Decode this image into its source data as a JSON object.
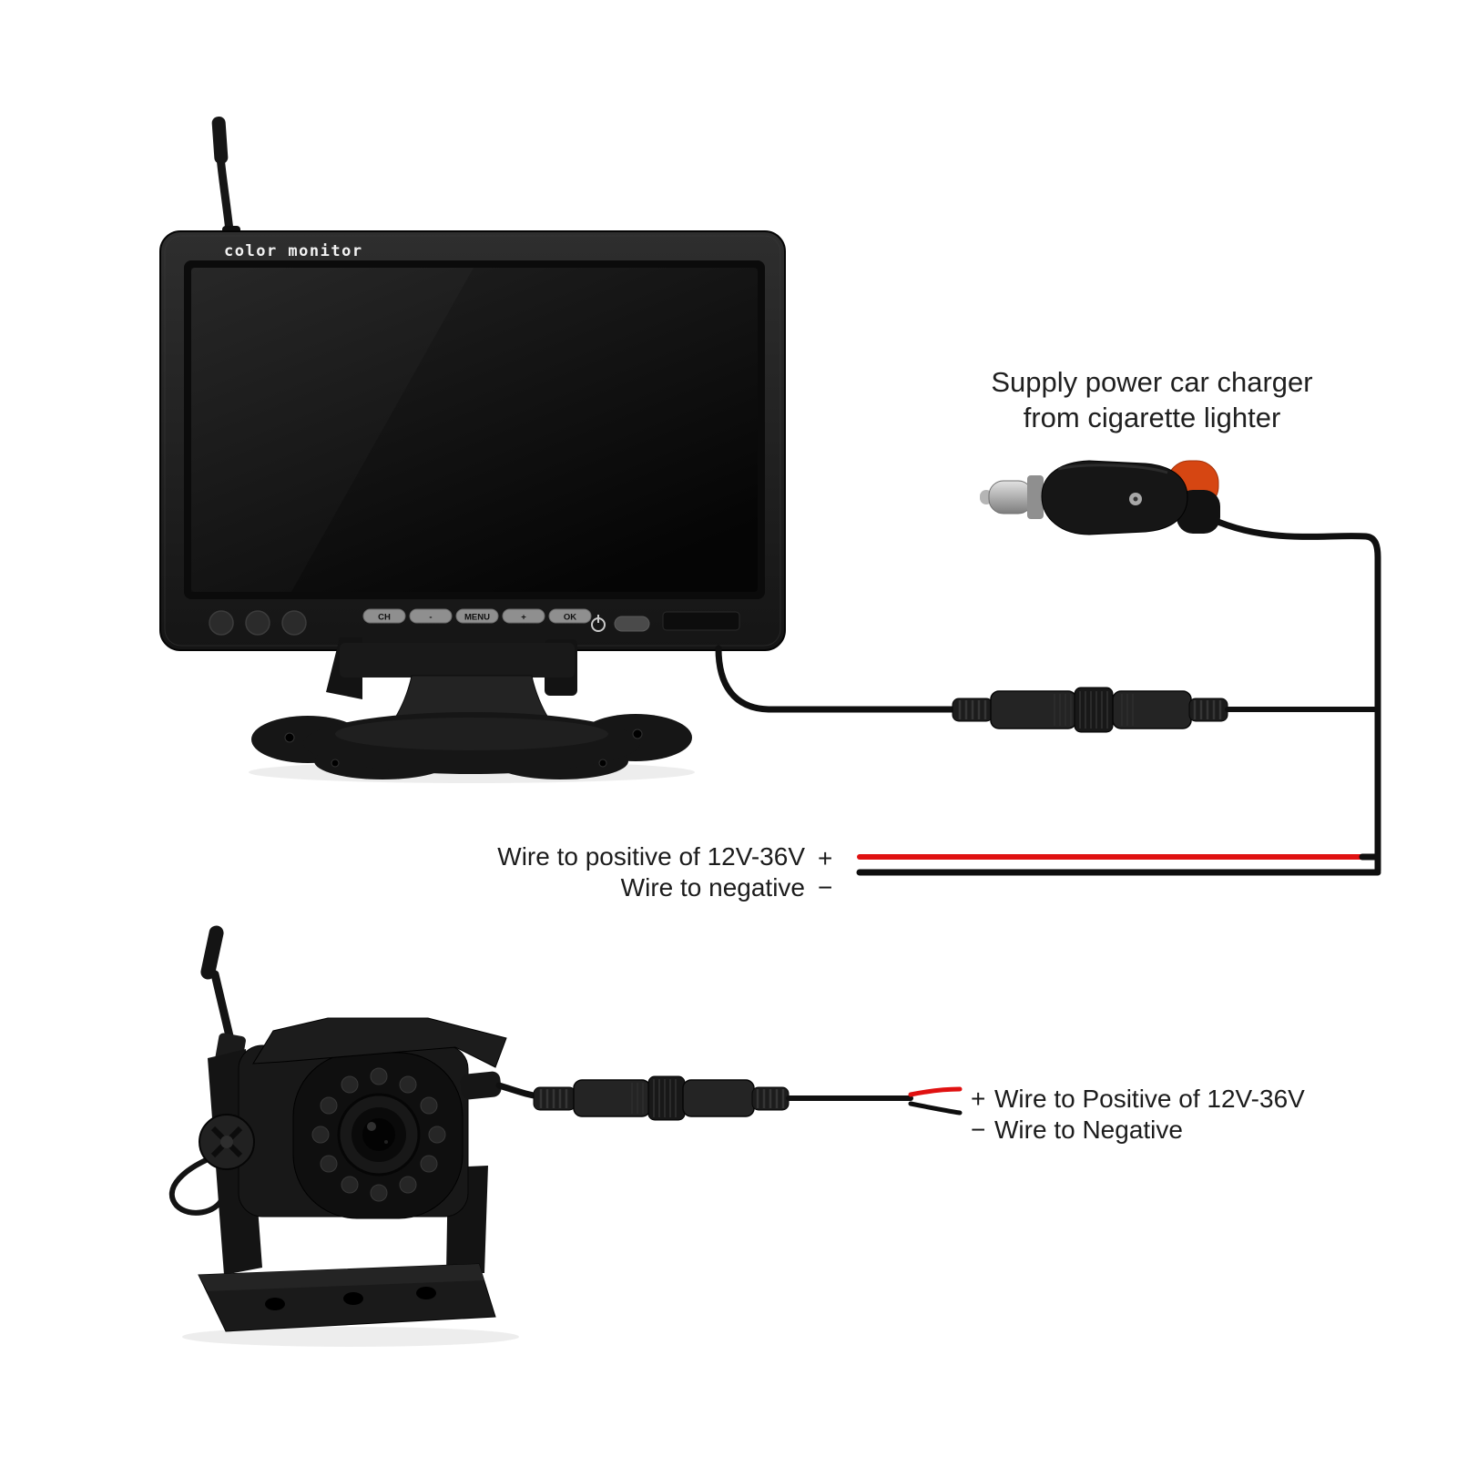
{
  "monitor": {
    "brand_label": "color monitor",
    "buttons": [
      {
        "label": "CH"
      },
      {
        "label": "-"
      },
      {
        "label": "MENU"
      },
      {
        "label": "+"
      },
      {
        "label": "OK"
      }
    ]
  },
  "charger": {
    "caption_line1": "Supply power car charger",
    "caption_line2": "from cigarette lighter"
  },
  "monitor_power_wires": {
    "positive_label": "Wire to positive of 12V-36V",
    "positive_sign": "+",
    "negative_label": "Wire to negative",
    "negative_sign": "−"
  },
  "camera_power_wires": {
    "positive_sign": "+",
    "positive_label": "Wire to Positive of 12V-36V",
    "negative_sign": "−",
    "negative_label": "Wire to Negative"
  },
  "colors": {
    "wire_red": "#e01111",
    "wire_black": "#0e0e0e",
    "charger_button": "#d64612",
    "label_text": "#1c1c1c"
  }
}
